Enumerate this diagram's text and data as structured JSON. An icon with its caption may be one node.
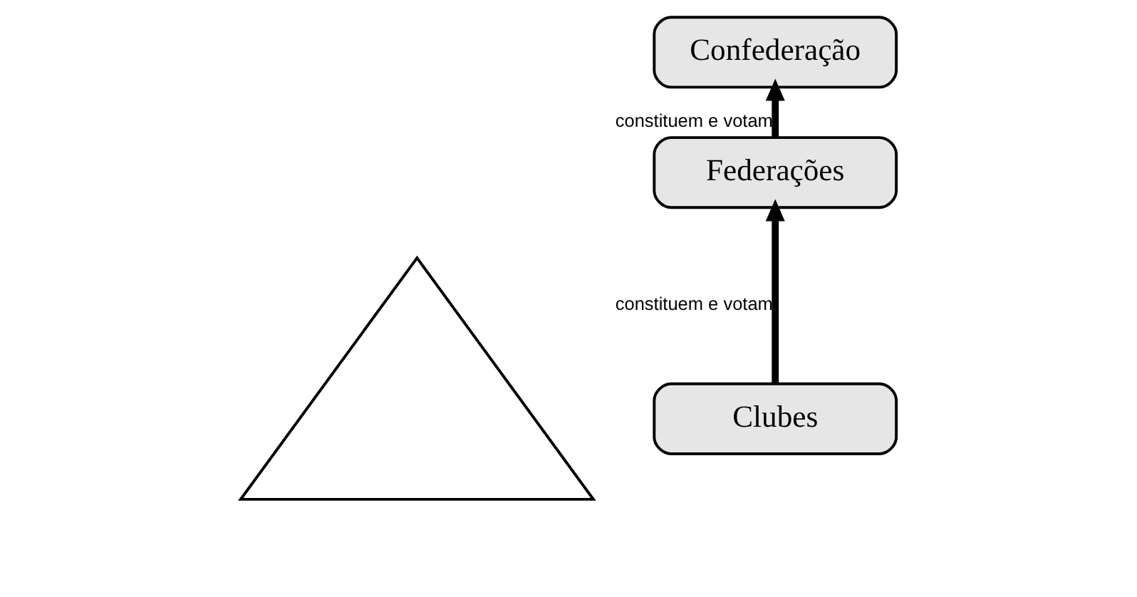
{
  "diagram": {
    "nodes": [
      {
        "text": [],
        "shape": "triangle"
      },
      {
        "text": [
          "Confederação"
        ]
      },
      {
        "text": [
          "Federações"
        ]
      },
      {
        "text": [
          "Clubes"
        ]
      }
    ],
    "edges": [
      {
        "from": 2,
        "to": 1,
        "arrow": "to",
        "label": "constituem e votam"
      },
      {
        "from": 3,
        "to": 2,
        "arrow": "to",
        "label": "constituem e votam"
      }
    ]
  }
}
